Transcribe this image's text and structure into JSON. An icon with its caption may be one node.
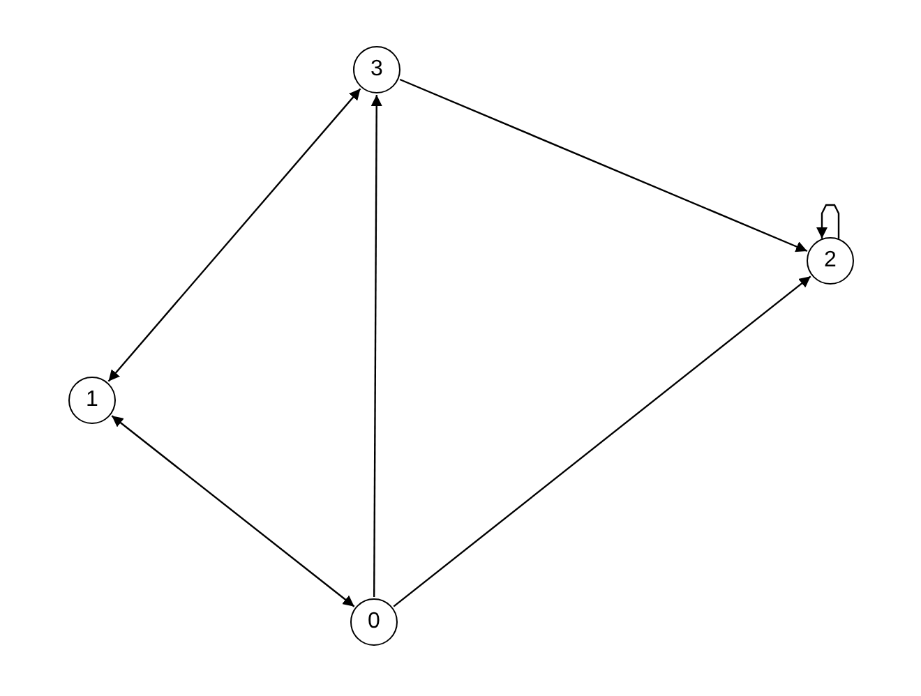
{
  "diagram": {
    "nodes": [
      {
        "text": [
          "0"
        ]
      },
      {
        "text": [
          "1"
        ]
      },
      {
        "text": [
          "2"
        ]
      },
      {
        "text": [
          "3"
        ]
      }
    ],
    "edges": [
      {
        "from": 3,
        "to": 1,
        "arrow": "both"
      },
      {
        "from": 1,
        "to": 0,
        "arrow": "both"
      },
      {
        "from": 0,
        "to": 3,
        "arrow": "to"
      },
      {
        "from": 3,
        "to": 2,
        "arrow": "to"
      },
      {
        "from": 0,
        "to": 2,
        "arrow": "to"
      },
      {
        "from": 2,
        "to": 2,
        "arrow": "to"
      }
    ]
  }
}
